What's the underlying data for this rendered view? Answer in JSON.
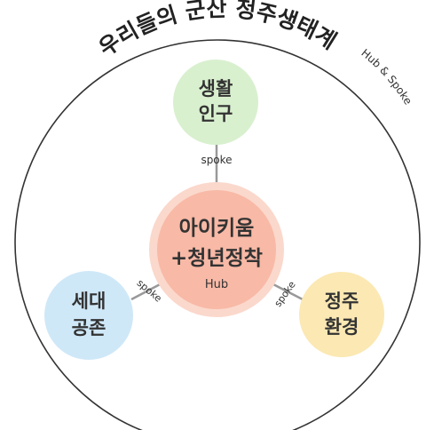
{
  "diagram": {
    "title": "우리들의 군산 정주생태계",
    "subtitle": "Hub & Spoke",
    "hub": {
      "line1": "아이키움",
      "line2": "+청년정착",
      "label": "Hub"
    },
    "spokes": [
      {
        "id": "top",
        "line1": "생활",
        "line2": "인구",
        "connector_label": "spoke"
      },
      {
        "id": "left",
        "line1": "세대",
        "line2": "공존",
        "connector_label": "spoke"
      },
      {
        "id": "right",
        "line1": "정주",
        "line2": "환경",
        "connector_label": "spoke"
      }
    ],
    "colors": {
      "outer_ring": "#333333",
      "hub_outer": "#fbd8cc",
      "hub_inner": "#f8b9a6",
      "spoke_top": "#d9f0cf",
      "spoke_left": "#cfe8f8",
      "spoke_right": "#fbe8b3",
      "connector": "#999999",
      "text": "#333333"
    }
  }
}
